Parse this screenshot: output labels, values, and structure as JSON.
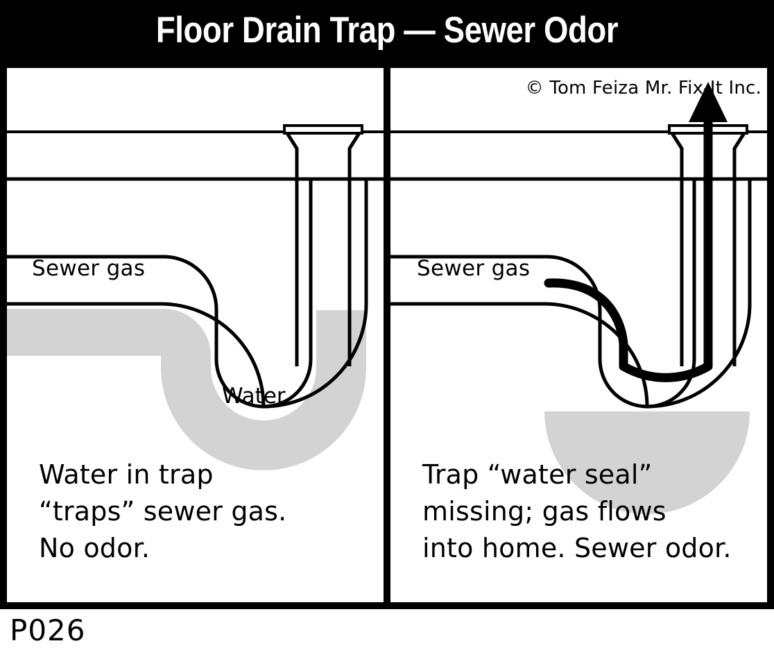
{
  "title": "Floor Drain Trap — Sewer Odor",
  "copyright": "© Tom Feiza Mr. Fix-It Inc.",
  "footer_code": "P026",
  "colors": {
    "background": "#ffffff",
    "ink": "#000000",
    "title_text": "#ffffff",
    "water_fill": "#d3d3d3",
    "pipe_stroke": "#000000"
  },
  "panels": {
    "left": {
      "name": "working-trap",
      "sewer_gas_label": "Sewer gas",
      "water_label": "Water",
      "caption": "Water in trap\n“traps” sewer gas.\nNo odor.",
      "caption_lines": [
        "Water in trap",
        "“traps” sewer gas.",
        "No odor."
      ],
      "water_present": "full",
      "gas_arrow_present": "no"
    },
    "right": {
      "name": "dry-trap",
      "sewer_gas_label": "Sewer gas",
      "caption": "Trap “water seal”\nmissing; gas flows\ninto home. Sewer odor.",
      "caption_lines": [
        "Trap “water seal”",
        "missing; gas flows",
        "into home. Sewer odor."
      ],
      "water_present": "shallow-puddle",
      "gas_arrow_present": "yes",
      "gas_arrow_direction": "up-out-of-drain"
    }
  },
  "diagram": {
    "type": "cross-section-illustration",
    "subject": "floor drain P-trap",
    "elements": [
      "floor-slab-lines",
      "drain-grate",
      "vertical-riser-pipe",
      "horizontal-sewer-pipe",
      "u-bend-trap",
      "water-seal",
      "sewer-gas-flow-arrow"
    ]
  }
}
